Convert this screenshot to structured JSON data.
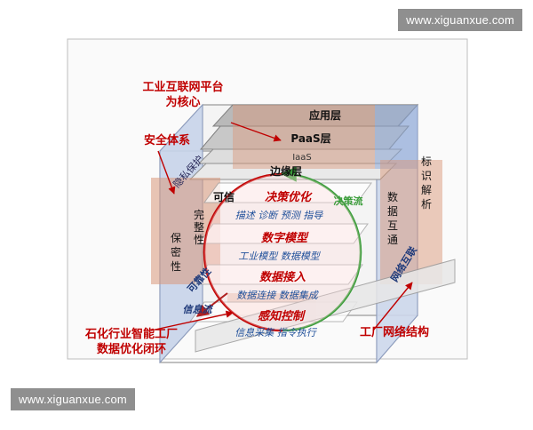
{
  "watermark": "www.xiguanxue.com",
  "labels": {
    "platform_core": [
      "工业互联网平台",
      "为核心"
    ],
    "security_system": "安全体系",
    "smart_factory": [
      "石化行业智能工厂",
      "数据优化闭环"
    ],
    "factory_network": "工厂网络结构"
  },
  "layers": {
    "app": "应用层",
    "paas": "PaaS层",
    "iaas": "IaaS",
    "edge": "边缘层"
  },
  "left_wall": {
    "privacy": "隐私保护",
    "trusted": "可信",
    "integrity": [
      "完",
      "整",
      "性"
    ],
    "confidentiality": [
      "保",
      "密",
      "性"
    ],
    "availability": "可靠性"
  },
  "right_wall": {
    "id_resolution": [
      "标",
      "识",
      "解",
      "析"
    ],
    "data_interop": [
      "数",
      "据",
      "互",
      "通"
    ],
    "network_interconnect": "网络互联"
  },
  "loop": {
    "decision": "决策优化",
    "decision_items": "描述 诊断 预测 指导",
    "decision_flow": "决策流",
    "digital_model": "数字模型",
    "model_items": "工业模型    数据模型",
    "data_access": "数据接入",
    "access_items": "数据连接    数据集成",
    "info_flow": "信息流",
    "sensing": "感知控制",
    "sensing_items": "信息采集    指令执行"
  },
  "colors": {
    "red_text": "#c00000",
    "green_arc": "#3a9d3a",
    "orange_band": "#d9977a",
    "blue_band": "#8eaad8",
    "frame": "#9a9a9a"
  }
}
